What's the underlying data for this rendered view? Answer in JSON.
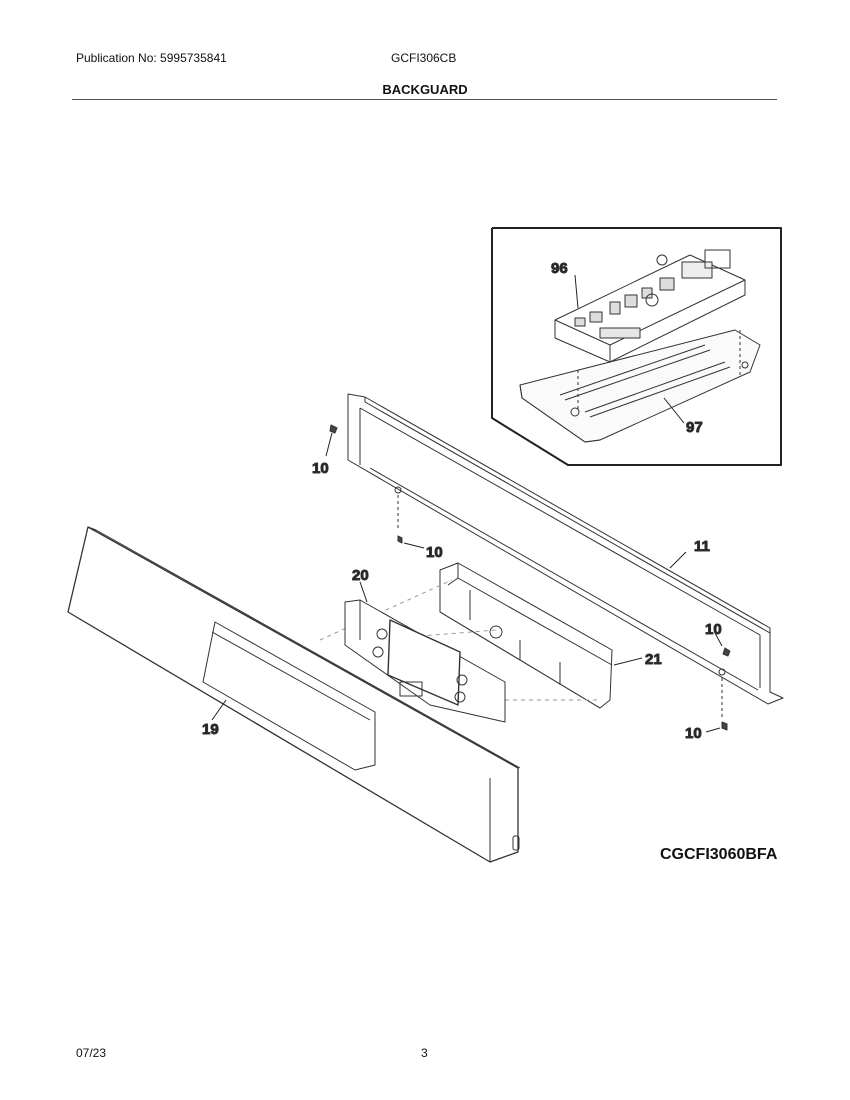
{
  "header": {
    "publication": "Publication No: 5995735841",
    "model": "GCFI306CB",
    "section_title": "BACKGUARD"
  },
  "diagram": {
    "labels": {
      "l96": "96",
      "l97": "97",
      "l10a": "10",
      "l10b": "10",
      "l11": "11",
      "l20": "20",
      "l10c": "10",
      "l21": "21",
      "l19": "19",
      "l10d": "10"
    },
    "drawing_code": "CGCFI3060BFA"
  },
  "footer": {
    "date": "07/23",
    "page_number": "3"
  }
}
